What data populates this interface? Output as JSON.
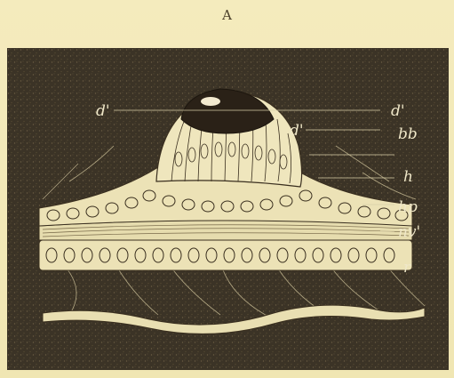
{
  "figure": {
    "letter": "A"
  },
  "labels": {
    "d_left": "d'",
    "d_mid": "d'",
    "d_right": "d'",
    "bb": "bb",
    "h": "h",
    "hp": "hp",
    "nv": "nv'",
    "r": "r"
  },
  "colors": {
    "page": "#f1e8b8",
    "plate": "#3b3326",
    "tissue": "#ece2b6",
    "outline": "#3a2f1f",
    "lens_dark": "#2a2117"
  }
}
